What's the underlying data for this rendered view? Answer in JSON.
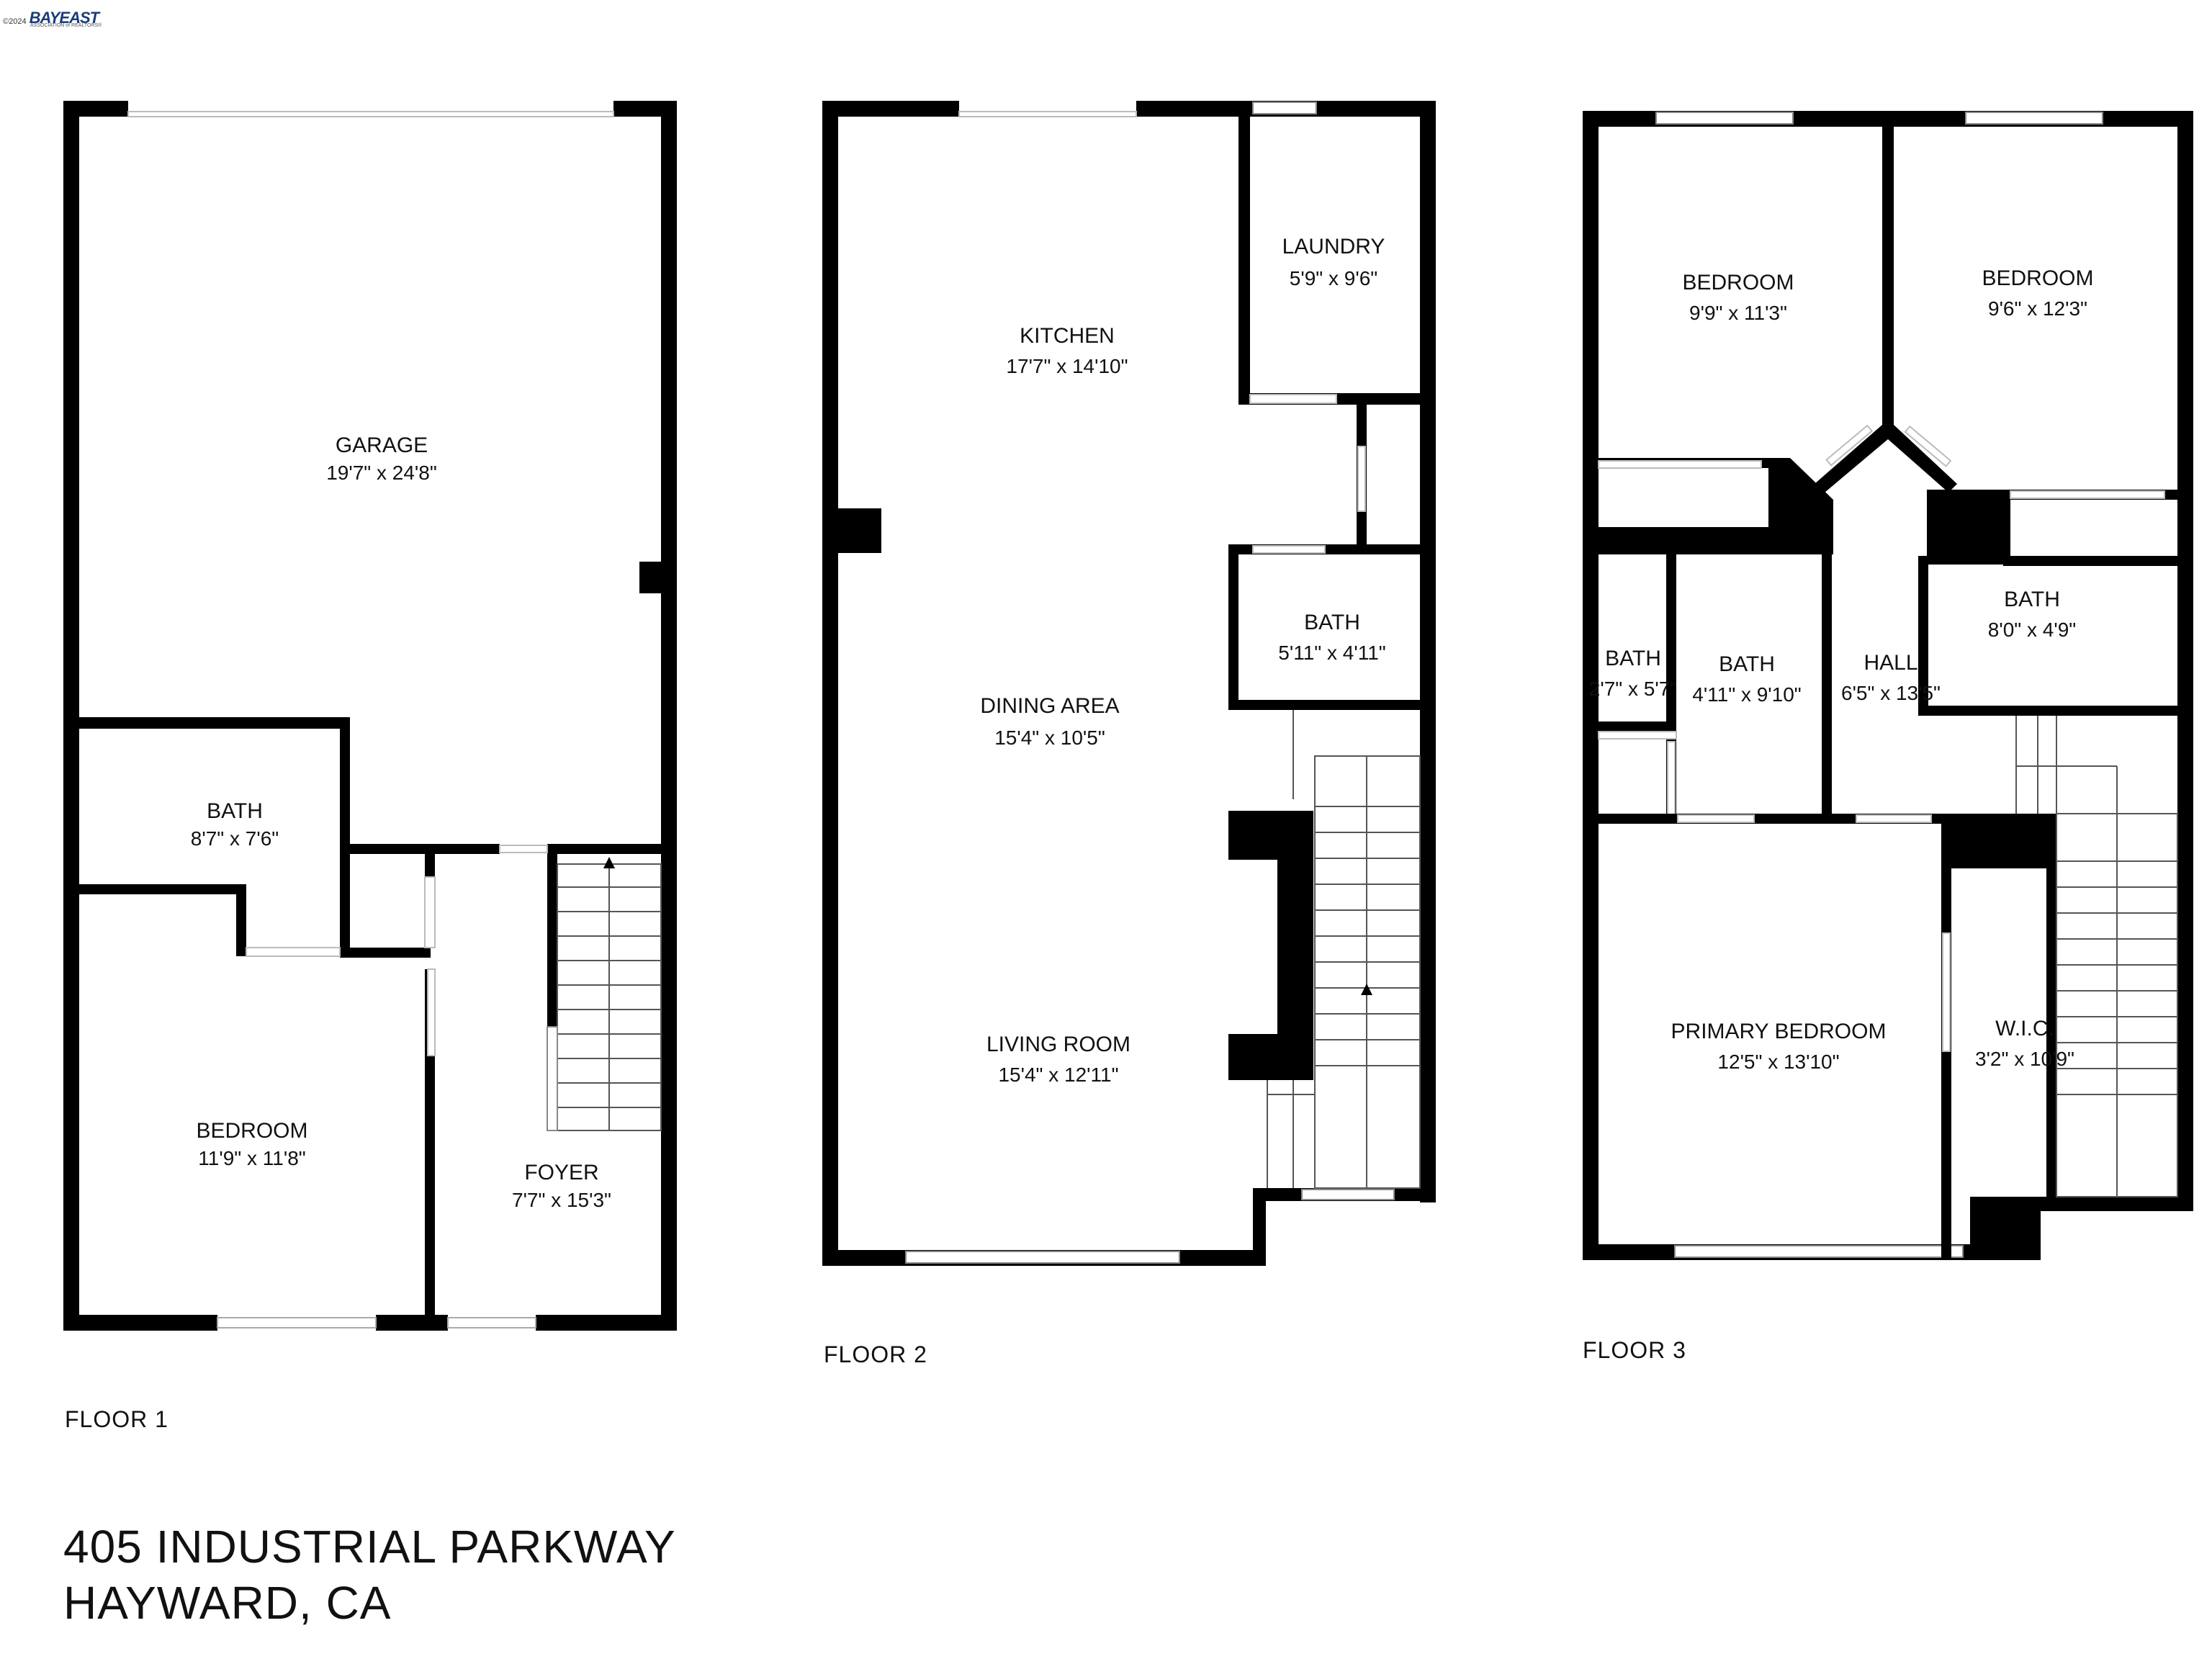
{
  "logo": {
    "copyright": "©2024",
    "brand": "BAYEAST",
    "tagline": "ASSOCIATION of REALTORS®"
  },
  "floors": [
    {
      "label": "FLOOR 1",
      "rooms": [
        {
          "name": "GARAGE",
          "dims": "19'7\" x 24'8\""
        },
        {
          "name": "BATH",
          "dims": "8'7\" x 7'6\""
        },
        {
          "name": "BEDROOM",
          "dims": "11'9\" x 11'8\""
        },
        {
          "name": "FOYER",
          "dims": "7'7\" x 15'3\""
        }
      ]
    },
    {
      "label": "FLOOR 2",
      "rooms": [
        {
          "name": "KITCHEN",
          "dims": "17'7\" x 14'10\""
        },
        {
          "name": "LAUNDRY",
          "dims": "5'9\" x 9'6\""
        },
        {
          "name": "BATH",
          "dims": "5'11\" x 4'11\""
        },
        {
          "name": "DINING AREA",
          "dims": "15'4\" x 10'5\""
        },
        {
          "name": "LIVING ROOM",
          "dims": "15'4\" x 12'11\""
        }
      ]
    },
    {
      "label": "FLOOR 3",
      "rooms": [
        {
          "name": "BEDROOM",
          "dims": "9'9\" x 11'3\""
        },
        {
          "name": "BEDROOM",
          "dims": "9'6\" x 12'3\""
        },
        {
          "name": "BATH",
          "dims": "2'7\" x 5'7\""
        },
        {
          "name": "BATH",
          "dims": "4'11\" x 9'10\""
        },
        {
          "name": "HALL",
          "dims": "6'5\" x 13'5\""
        },
        {
          "name": "BATH",
          "dims": "8'0\" x 4'9\""
        },
        {
          "name": "PRIMARY BEDROOM",
          "dims": "12'5\" x 13'10\""
        },
        {
          "name": "W.I.C.",
          "dims": "3'2\" x 10'9\""
        }
      ]
    }
  ],
  "address": {
    "line1": "405 INDUSTRIAL PARKWAY",
    "line2": "HAYWARD, CA"
  }
}
